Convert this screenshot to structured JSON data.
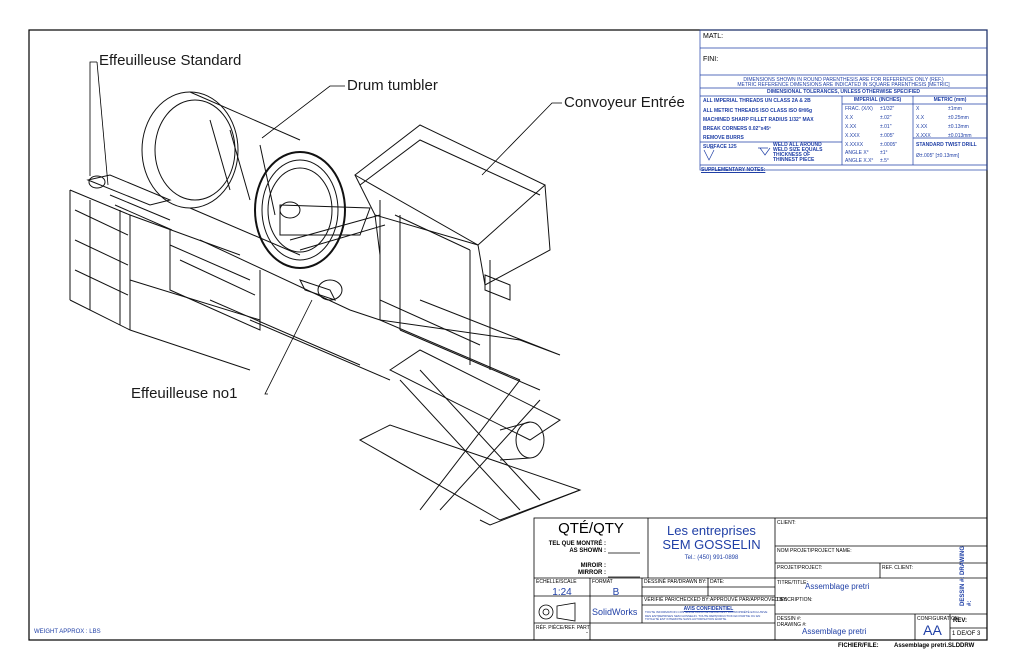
{
  "callouts": {
    "effeuilleuse_standard": "Effeuilleuse Standard",
    "drum_tumbler": "Drum tumbler",
    "convoyeur_entree": "Convoyeur Entrée",
    "effeuilleuse_no1": "Effeuilleuse no1"
  },
  "tolerance_block": {
    "matl": "MATL:",
    "fini": "FINI:",
    "note1": "DIMENSIONS SHOWN IN ROUND PARENTHESIS ARE FOR REFERENCE ONLY (REF.)",
    "note2": "METRIC REFERENCE DIMENSIONS ARE INDICATED IN SQUARE PARENTHESIS [METRIC]",
    "header": "DIMENSIONAL TOLERANCES, UNLESS OTHERWISE SPECIFIED",
    "left_lines": [
      "ALL IMPERIAL THREADS UN CLASS 2A & 2B",
      "ALL METRIC THREADS ISO CLASS ISO 6H/6g",
      "MACHINED SHARP FILLET RADIUS 1/32\" MAX",
      "BREAK CORNERS 0.02\"x45º",
      "REMOVE BURRS"
    ],
    "imperial_header": "IMPERIAL (INCHES)",
    "metric_header": "METRIC (mm)",
    "imperial_rows": [
      [
        "FRAC. (X/X)",
        "±1/32\""
      ],
      [
        "X.X",
        "±.02\""
      ],
      [
        "X.XX",
        "±.01\""
      ],
      [
        "X.XXX",
        "±.005\""
      ],
      [
        "X.XXXX",
        "±.0005\""
      ],
      [
        "ANGLE X°",
        "±1°"
      ],
      [
        "ANGLE X.X°",
        "±.5°"
      ]
    ],
    "metric_rows": [
      [
        "X",
        "±1mm"
      ],
      [
        "X.X",
        "±0.25mm"
      ],
      [
        "X.XX",
        "±0.13mm"
      ],
      [
        "X.XXX",
        "±0.013mm"
      ]
    ],
    "twist_drill_label": "STANDARD TWIST DRILL",
    "twist_drill_value": "Ø±.005\" [±0.13mm]",
    "surface_label": "SURFACE 125",
    "weld_lines": [
      "WELD ALL AROUND",
      "WELD SIZE EQUALS",
      "THICKNESS OF",
      "THINNEST PIECE"
    ],
    "supplementary": "SUPPLEMENTARY NOTES:"
  },
  "title_block": {
    "qty_title": "QTÉ/QTY",
    "tel_que_montre": "TEL QUE MONTRÉ :",
    "as_shown": "AS SHOWN :",
    "miroir": "MIROIR :",
    "mirror": "MIRROR :",
    "company_line1": "Les entreprises",
    "company_line2": "SEM GOSSELIN",
    "company_tel": "Tel.: (450) 991-0898",
    "client_label": "CLIENT:",
    "project_name_label": "NOM PROJET/PROJECT NAME:",
    "project_label": "PROJET/PROJECT:",
    "ref_client_label": "REF. CLIENT:",
    "title_label": "TITRE/TITLE:",
    "title_value": "Assemblage pretri",
    "description_label": "DESCRIPTION:",
    "scale_label": "ÉCHELLE/SCALE",
    "scale_value": "1:24",
    "format_label": "FORMAT",
    "format_value": "B",
    "drawn_by_label": "DESSINÉ PAR/DRAWN BY:",
    "date_label": "DATE:",
    "checked_by_label": "VÉRIFIÉ PAR/CHECKED BY:",
    "approved_by_label": "APPROUVÉ PAR/APPROVED BY:",
    "software": "SolidWorks",
    "confidential_title": "AVIS CONFIDENTIEL",
    "confidential_text": "TOUTE INFORMATION CONTENUE DANS CE DESSIN EST LA PROPRIÉTÉ EXCLUSIVE DES ENTREPRISES SEM GOSSELIN. TOUTE REPRODUCTION EN PARTIE OU EN TOTALITÉ EST INTERDITE SANS AUTORISATION ÉCRITE.",
    "ref_part_label": "RÉF. PIÈCE/REF. PART",
    "ref_part_value": "-",
    "drawing_num_label": "DESSIN #: DRAWING #:",
    "drawing_value": "Assemblage pretri",
    "config_label": "CONFIGURATION",
    "config_value": "AA",
    "rev_label": "REV:",
    "sheet_value": "1 DE/OF 3",
    "side_label": "DESSIN #: DRAWING #:"
  },
  "footer": {
    "weight": "WEIGHT APPROX : LBS",
    "file_label": "FICHIER/FILE:",
    "file_value": "Assemblage pretri.SLDDRW"
  }
}
